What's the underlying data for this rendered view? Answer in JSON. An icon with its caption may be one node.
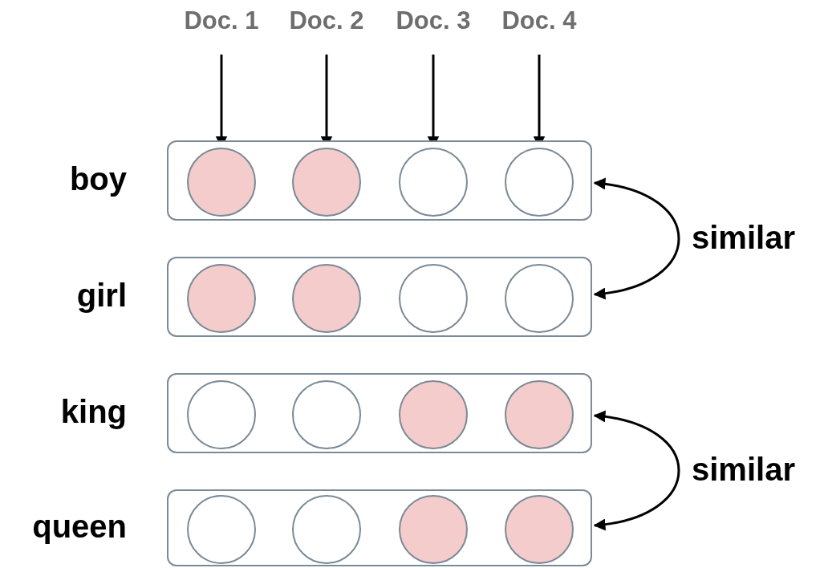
{
  "diagram": {
    "nodes": [
      {
        "text": [
          "Doc. 1"
        ]
      },
      {
        "text": [
          "Doc. 2"
        ]
      },
      {
        "text": [
          "Doc. 3"
        ]
      },
      {
        "text": [
          "Doc. 4"
        ]
      },
      {
        "text": [
          "boy"
        ]
      },
      {
        "text": [],
        "shape": "circle",
        "in": 4
      },
      {
        "text": [],
        "shape": "circle",
        "in": 4
      },
      {
        "text": [],
        "shape": "circle",
        "in": 4
      },
      {
        "text": [],
        "shape": "circle",
        "in": 4
      },
      {
        "text": [
          "girl"
        ]
      },
      {
        "text": [],
        "shape": "circle",
        "in": 9
      },
      {
        "text": [],
        "shape": "circle",
        "in": 9
      },
      {
        "text": [],
        "shape": "circle",
        "in": 9
      },
      {
        "text": [],
        "shape": "circle",
        "in": 9
      },
      {
        "text": [
          "king"
        ]
      },
      {
        "text": [],
        "shape": "circle",
        "in": 14
      },
      {
        "text": [],
        "shape": "circle",
        "in": 14
      },
      {
        "text": [],
        "shape": "circle",
        "in": 14
      },
      {
        "text": [],
        "shape": "circle",
        "in": 14
      },
      {
        "text": [
          "queen"
        ]
      },
      {
        "text": [],
        "shape": "circle",
        "in": 19
      },
      {
        "text": [],
        "shape": "circle",
        "in": 19
      },
      {
        "text": [],
        "shape": "circle",
        "in": 19
      },
      {
        "text": [],
        "shape": "circle",
        "in": 19
      }
    ],
    "edges": [
      {
        "from": 0,
        "to": 5,
        "arrow": "to"
      },
      {
        "from": 1,
        "to": 6,
        "arrow": "to"
      },
      {
        "from": 2,
        "to": 7,
        "arrow": "to"
      },
      {
        "from": 3,
        "to": 8,
        "arrow": "to"
      },
      {
        "from": 4,
        "to": 9,
        "arrow": "both",
        "label": "similar"
      },
      {
        "from": 14,
        "to": 19,
        "arrow": "both",
        "label": "similar"
      }
    ]
  }
}
